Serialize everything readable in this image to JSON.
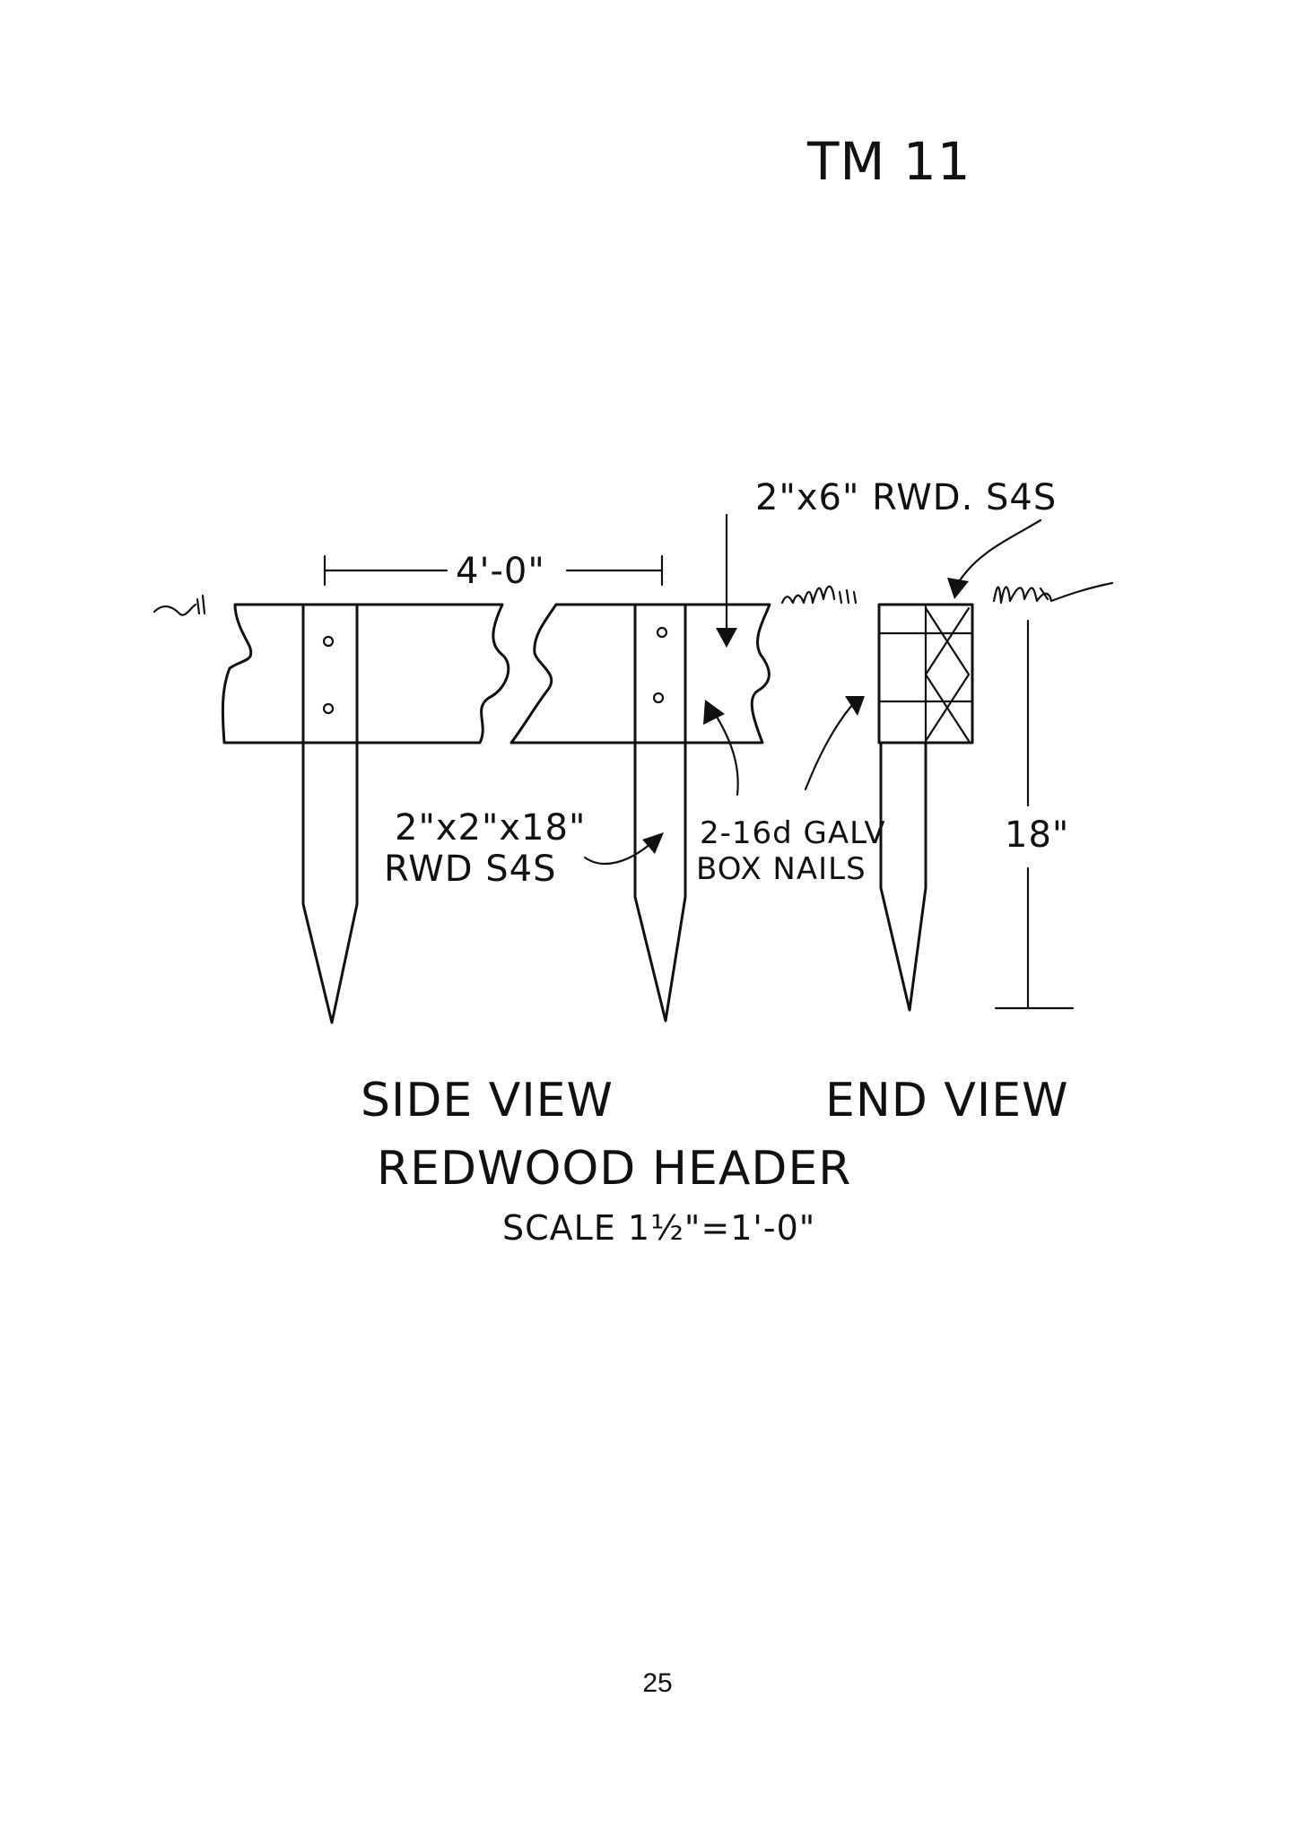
{
  "document": {
    "header_code": "TM 11",
    "page_number": "25"
  },
  "diagram": {
    "header_board_label": "2\"x6\" RWD. S4S",
    "span_dimension": "4'-0\"",
    "stake_label_line1": "2\"x2\"x18\"",
    "stake_label_line2": "RWD S4S",
    "nails_label_line1": "2-16d GALV",
    "nails_label_line2": "BOX NAILS",
    "stake_length_dimension": "18\"",
    "side_view_caption": "SIDE VIEW",
    "end_view_caption": "END VIEW",
    "title": "REDWOOD HEADER",
    "scale_note": "SCALE 1½\"=1'-0\""
  }
}
